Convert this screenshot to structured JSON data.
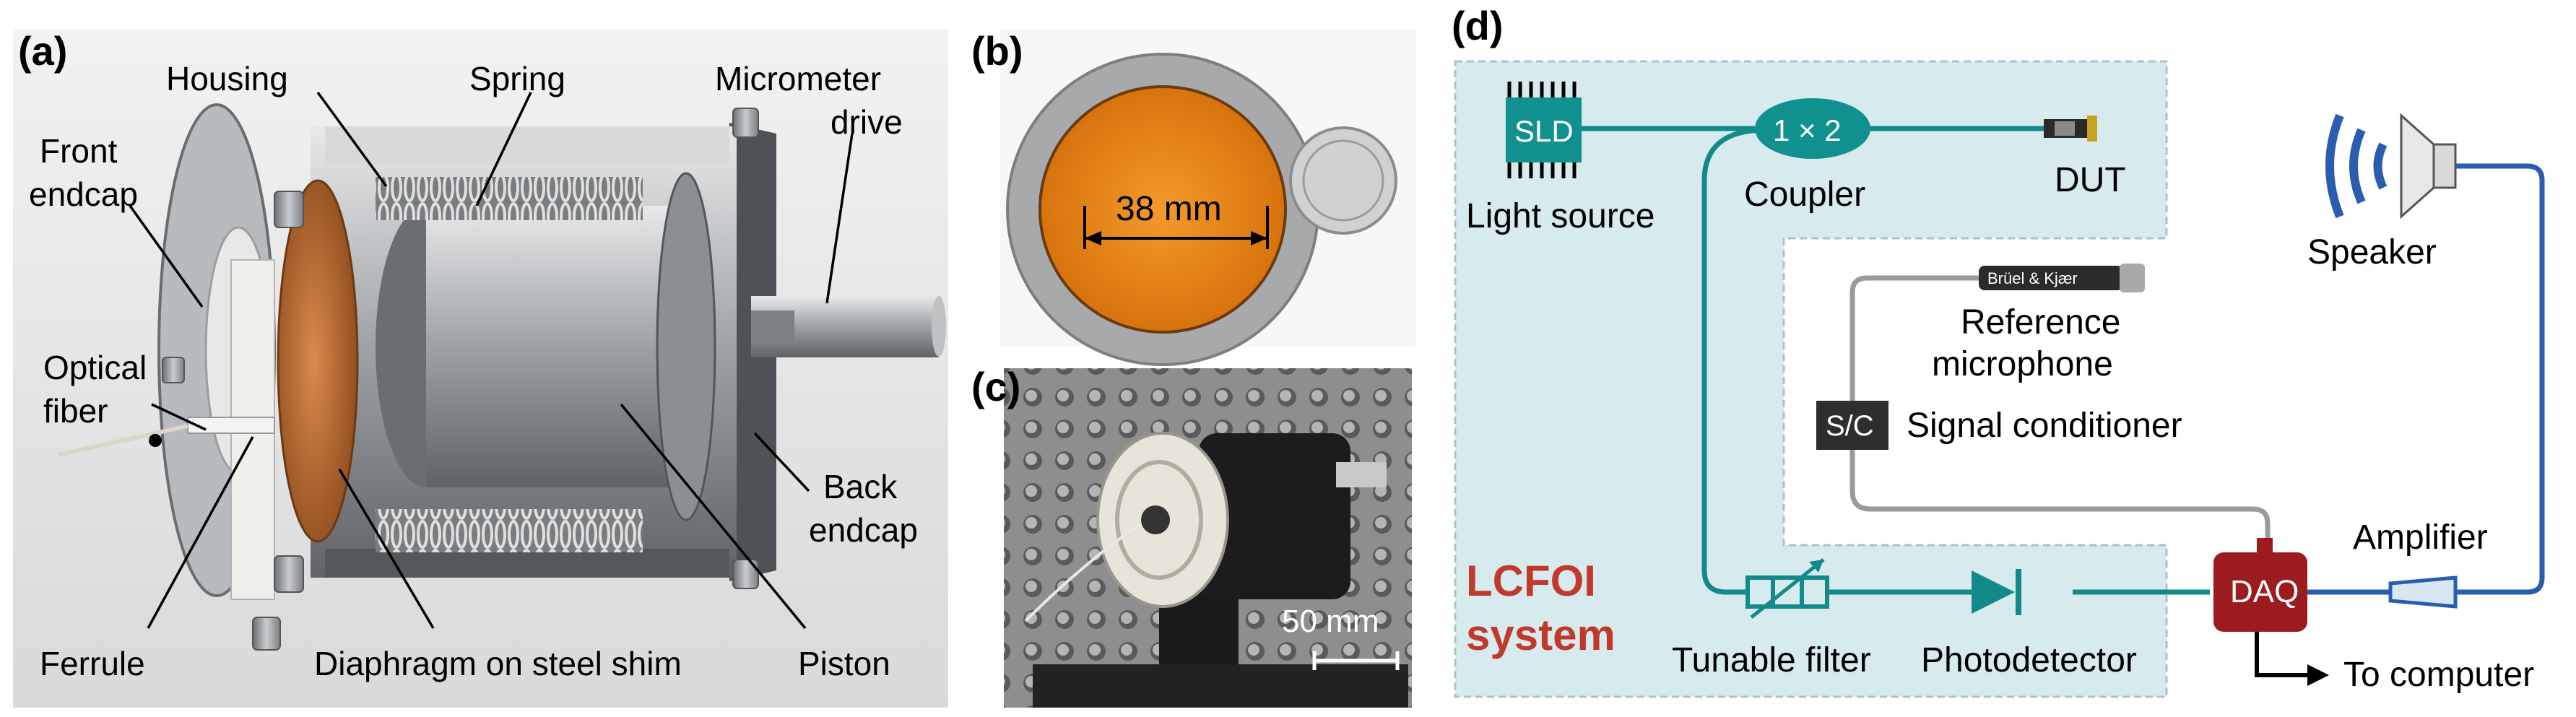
{
  "panels": {
    "a": {
      "label": "(a)",
      "callouts": {
        "housing": "Housing",
        "spring": "Spring",
        "micrometer_1": "Micrometer",
        "micrometer_2": "drive",
        "front_endcap_1": "Front",
        "front_endcap_2": "endcap",
        "optical_fiber_1": "Optical",
        "optical_fiber_2": "fiber",
        "back_endcap_1": "Back",
        "back_endcap_2": "endcap",
        "ferrule": "Ferrule",
        "diaphragm": "Diaphragm on steel shim",
        "piston": "Piston"
      }
    },
    "b": {
      "label": "(b)",
      "dimension": "38 mm"
    },
    "c": {
      "label": "(c)",
      "scale_bar": "50 mm"
    },
    "d": {
      "label": "(d)",
      "system_label_1": "LCFOI",
      "system_label_2": "system",
      "sld": "SLD",
      "light_source": "Light source",
      "coupler_ratio": "1 × 2",
      "coupler": "Coupler",
      "dut": "DUT",
      "speaker": "Speaker",
      "mic_brand": "Brüel & Kjær",
      "reference_mic_1": "Reference",
      "reference_mic_2": "microphone",
      "sc": "S/C",
      "signal_conditioner": "Signal conditioner",
      "amplifier": "Amplifier",
      "daq": "DAQ",
      "tunable_filter": "Tunable filter",
      "photodetector": "Photodetector",
      "to_computer": "To computer"
    }
  },
  "colors": {
    "fiber": "#138a8a",
    "sld_box": "#10908f",
    "daq": "#9c1b1f",
    "lcfoi_text": "#c0392b",
    "system_bg": "#d7ebef",
    "speaker_blue": "#2a5db0",
    "gray_line": "#9a9a9a"
  }
}
